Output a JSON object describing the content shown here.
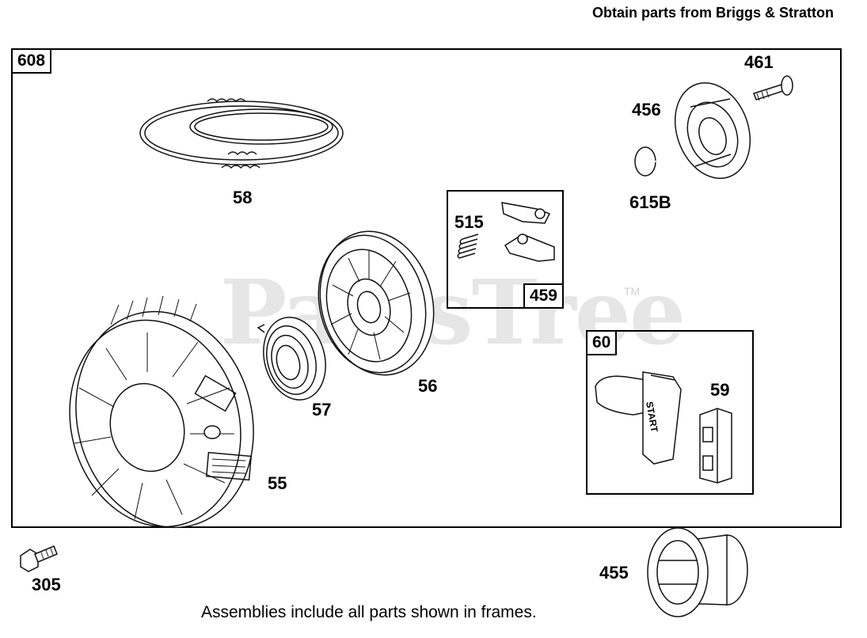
{
  "header": {
    "note": "Obtain parts from Briggs & Stratton"
  },
  "watermark": {
    "text": "PartsTree",
    "tm": "TM"
  },
  "frames": {
    "main": {
      "tag": "608"
    },
    "pawl_kit": {
      "tag": "459"
    },
    "handle_kit": {
      "tag": "60"
    }
  },
  "callouts": {
    "p461": "461",
    "p456": "456",
    "p615b": "615B",
    "p58": "58",
    "p515": "515",
    "p56": "56",
    "p57": "57",
    "p55": "55",
    "p59": "59",
    "p305": "305",
    "p455": "455"
  },
  "handle_text": "START",
  "footer": {
    "note": "Assemblies include all parts shown in frames."
  }
}
